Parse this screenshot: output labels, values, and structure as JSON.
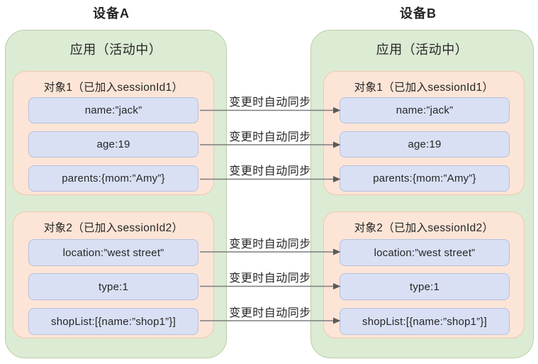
{
  "colors": {
    "app_fill": "#dcebd4",
    "app_border": "#b9cfa6",
    "object_fill": "#fce5d7",
    "object_border": "#f0c9ab",
    "field_fill": "#d9e0f4",
    "field_border": "#b6c0dc",
    "arrow": "#7d7d7d",
    "arrow_head": "#5a5a5a",
    "text": "#262626"
  },
  "devices": [
    {
      "title": "设备A",
      "app_label": "应用（活动中）",
      "objects": [
        {
          "title": "对象1（已加入sessionId1）",
          "fields": [
            "name:”jack”",
            "age:19",
            "parents:{mom:”Amy”}"
          ]
        },
        {
          "title": "对象2（已加入sessionId2）",
          "fields": [
            "location:”west street”",
            "type:1",
            "shopList:[{name:”shop1”}]"
          ]
        }
      ]
    },
    {
      "title": "设备B",
      "app_label": "应用（活动中）",
      "objects": [
        {
          "title": "对象1（已加入sessionId1）",
          "fields": [
            "name:”jack”",
            "age:19",
            "parents:{mom:”Amy”}"
          ]
        },
        {
          "title": "对象2（已加入sessionId2）",
          "fields": [
            "location:”west street”",
            "type:1",
            "shopList:[{name:”shop1”}]"
          ]
        }
      ]
    }
  ],
  "sync": {
    "labels": [
      "变更时自动同步",
      "变更时自动同步",
      "变更时自动同步",
      "变更时自动同步",
      "变更时自动同步",
      "变更时自动同步"
    ]
  }
}
